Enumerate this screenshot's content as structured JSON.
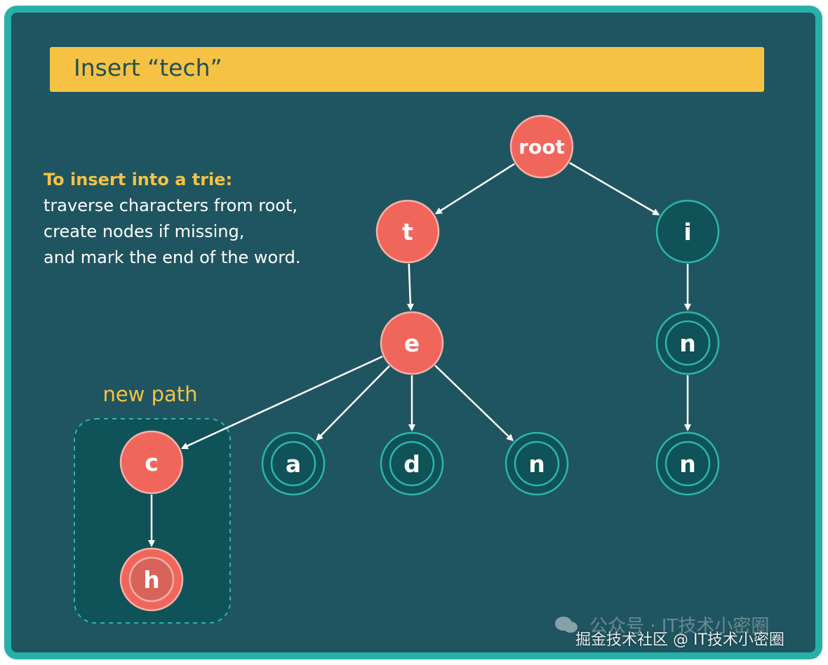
{
  "title": "Insert “tech”",
  "description": {
    "heading": "To insert into a trie:",
    "lines": [
      "traverse characters from root,",
      "create nodes if missing,",
      "and mark the end of the word."
    ]
  },
  "new_path_label": "new path",
  "colors": {
    "background": "#1f5560",
    "frame": "#26b0a8",
    "title_bar": "#f6c244",
    "highlight_node": "#f0665b",
    "normal_node": "#0f5257",
    "node_outline": "#2cb5ab",
    "highlight_outline": "#f5b2aa",
    "edge": "#ffffff"
  },
  "nodes": [
    {
      "id": "root",
      "label": "root",
      "highlight": true,
      "end_of_word": false
    },
    {
      "id": "t",
      "label": "t",
      "highlight": true,
      "end_of_word": false
    },
    {
      "id": "i",
      "label": "i",
      "highlight": false,
      "end_of_word": false
    },
    {
      "id": "e",
      "label": "e",
      "highlight": true,
      "end_of_word": false
    },
    {
      "id": "n1",
      "label": "n",
      "highlight": false,
      "end_of_word": true
    },
    {
      "id": "c",
      "label": "c",
      "highlight": true,
      "end_of_word": false
    },
    {
      "id": "a",
      "label": "a",
      "highlight": false,
      "end_of_word": true
    },
    {
      "id": "d",
      "label": "d",
      "highlight": false,
      "end_of_word": true
    },
    {
      "id": "n2",
      "label": "n",
      "highlight": false,
      "end_of_word": true
    },
    {
      "id": "n3",
      "label": "n",
      "highlight": false,
      "end_of_word": true
    },
    {
      "id": "h",
      "label": "h",
      "highlight": true,
      "end_of_word": true
    }
  ],
  "edges": [
    [
      "root",
      "t"
    ],
    [
      "root",
      "i"
    ],
    [
      "t",
      "e"
    ],
    [
      "i",
      "n1"
    ],
    [
      "e",
      "c"
    ],
    [
      "e",
      "a"
    ],
    [
      "e",
      "d"
    ],
    [
      "e",
      "n2"
    ],
    [
      "n1",
      "n3"
    ],
    [
      "c",
      "h"
    ]
  ],
  "watermark": {
    "line1": "公众号 · IT技术小密圈",
    "line2": "掘金技术社区 @ IT技术小密圈"
  }
}
